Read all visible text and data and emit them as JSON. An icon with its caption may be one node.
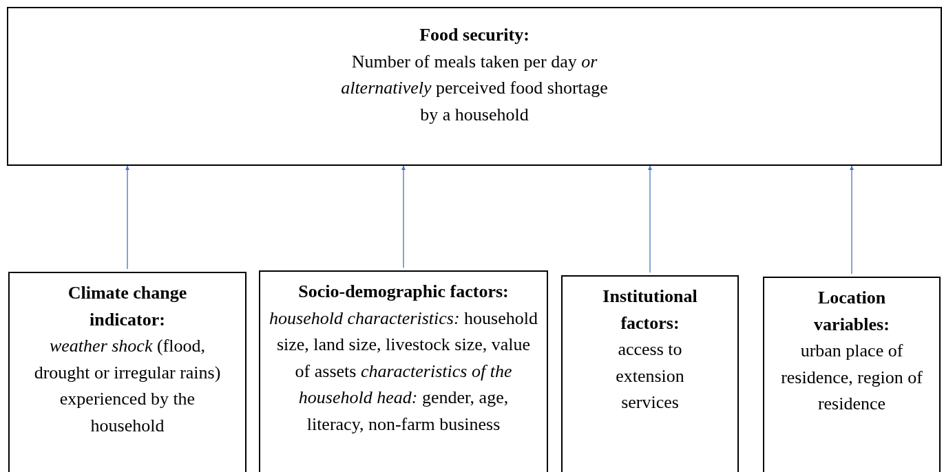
{
  "diagram": {
    "nodes": [
      {
        "text": [
          "Food security:",
          "Number of meals taken per day *or alternatively* perceived food shortage by a household"
        ]
      },
      {
        "text": [
          "Climate change indicator:",
          "*weather shock* (flood, drought or irregular rains) experienced by the household"
        ]
      },
      {
        "text": [
          "Socio-demographic factors:",
          "*household characteristics:* household size, land size, livestock size, value of assets *characteristics of the household head:* gender, age, literacy, non-farm business"
        ]
      },
      {
        "text": [
          "Institutional factors:",
          "access to extension services"
        ]
      },
      {
        "text": [
          "Location variables:",
          "urban place of residence, region of residence"
        ]
      }
    ],
    "edges": [
      {
        "from": 1,
        "to": 0,
        "arrow": "to"
      },
      {
        "from": 2,
        "to": 0,
        "arrow": "to"
      },
      {
        "from": 3,
        "to": 0,
        "arrow": "to"
      },
      {
        "from": 4,
        "to": 0,
        "arrow": "to"
      }
    ]
  }
}
